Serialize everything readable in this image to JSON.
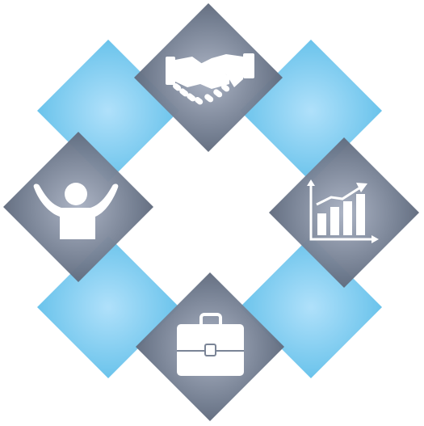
{
  "colors": {
    "background": "#ffffff",
    "blue_center": "#a9defa",
    "blue_edge": "#3fb1e3",
    "gray_center": "#aab2c3",
    "gray_mid": "#6f7a8d",
    "gray_edge": "#454d5e",
    "icon": "#ffffff"
  },
  "diagram": {
    "type": "ring-of-diamond-tiles",
    "blue_tile_count": 4,
    "gray_tile_count": 4,
    "gray_tiles": [
      {
        "position": "top",
        "icon": "handshake-icon"
      },
      {
        "position": "right",
        "icon": "bar-chart-growth-icon"
      },
      {
        "position": "bottom",
        "icon": "briefcase-icon"
      },
      {
        "position": "left",
        "icon": "person-cheering-icon"
      }
    ]
  }
}
